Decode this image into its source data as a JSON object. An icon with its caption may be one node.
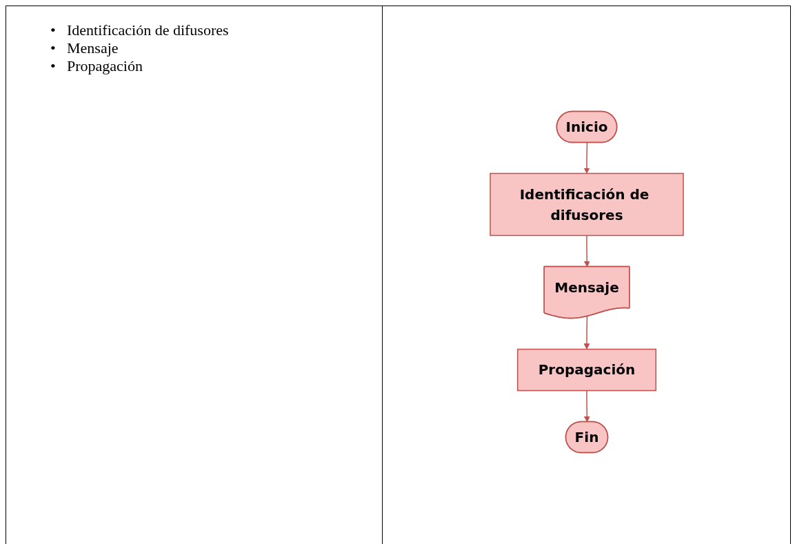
{
  "diagram": {
    "nodes": [
      {
        "text": [
          "Inicio"
        ]
      },
      {
        "text": [
          "Identificación de difusores"
        ]
      },
      {
        "text": [
          "Mensaje"
        ]
      },
      {
        "text": [
          "Propagación"
        ]
      },
      {
        "text": [
          "Fin"
        ]
      }
    ],
    "edges": [
      {
        "from": 0,
        "to": 1,
        "arrow": "to"
      },
      {
        "from": 1,
        "to": 2,
        "arrow": "to"
      },
      {
        "from": 2,
        "to": 3,
        "arrow": "to"
      },
      {
        "from": 3,
        "to": 4,
        "arrow": "to"
      }
    ],
    "labels": [
      "•",
      "Identificación de difusores",
      "•",
      "Mensaje",
      "•",
      "Propagación"
    ]
  }
}
